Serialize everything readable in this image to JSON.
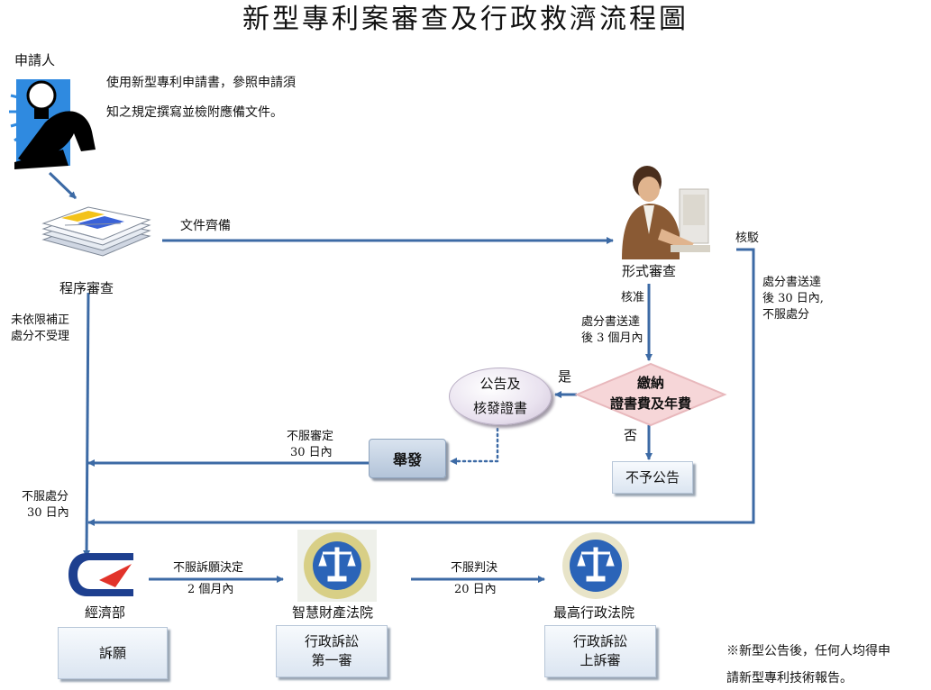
{
  "title": "新型專利案審查及行政救濟流程圖",
  "applicant": {
    "label": "申請人",
    "desc_line1": "使用新型專利申請書，參照申請須",
    "desc_line2": "知之規定撰寫並檢附應備文件。"
  },
  "procedure": {
    "label": "程序審查",
    "arrow_label": "文件齊備",
    "reject_line1": "未依限補正",
    "reject_line2": "處分不受理"
  },
  "formal": {
    "label": "形式審查",
    "approve": "核准",
    "reject": "核駁",
    "notice_line1": "處分書送達",
    "notice_line2": "後 3 個月內",
    "reject_note_line1": "處分書送達",
    "reject_note_line2": "後 30 日內,",
    "reject_note_line3": "不服處分"
  },
  "fee": {
    "line1": "繳納",
    "line2": "證書費及年費",
    "yes": "是",
    "no": "否"
  },
  "announce": {
    "line1": "公告及",
    "line2": "核發證書"
  },
  "no_announce": "不予公告",
  "report": {
    "label": "舉發",
    "note_line1": "不服審定",
    "note_line2": "30 日內"
  },
  "appeal_note": {
    "line1": "不服處分",
    "line2": "30 日內"
  },
  "moea": {
    "label": "經濟部",
    "box": "訴願"
  },
  "ip_court": {
    "label": "智慧財產法院",
    "box_line1": "行政訴訟",
    "box_line2": "第一審",
    "note_line1": "不服訴願決定",
    "note_line2": "2 個月內"
  },
  "supreme_court": {
    "label": "最高行政法院",
    "box_line1": "行政訴訟",
    "box_line2": "上訴審",
    "note_line1": "不服判決",
    "note_line2": "20 日內"
  },
  "footnote": {
    "line1": "※新型公告後，任何人均得申",
    "line2": "請新型專利技術報告。"
  },
  "colors": {
    "arrow": "#3c6aa5",
    "diamond": "#f6d6d8",
    "ellipse": "#e9e2ef",
    "box": "#dbe5f1"
  },
  "icons": [
    "person-lightbulb-icon",
    "documents-stack-icon",
    "examiner-computer-icon",
    "moea-logo-icon",
    "court-seal-icon"
  ]
}
